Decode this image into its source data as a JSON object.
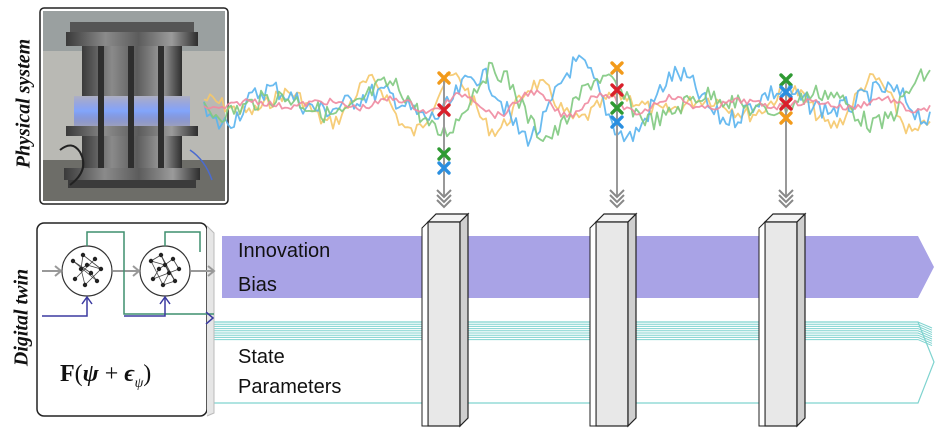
{
  "labels": {
    "physical_system": "Physical system",
    "digital_twin": "Digital twin",
    "innovation": "Innovation",
    "bias": "Bias",
    "state": "State",
    "parameters": "Parameters"
  },
  "model_equation": {
    "operator": "F",
    "open_paren": "(",
    "psi": "ψ",
    "plus": " + ",
    "epsilon": "ϵ",
    "subscript": "ψ",
    "close_paren": ")"
  },
  "colors": {
    "innovation_band": "#a9a3e6",
    "state_lines": "#7fd3cf",
    "frame_arrow": "#888888",
    "network_link": "#3f8f6f",
    "network_input": "#3b3aa0",
    "signal_blue": "#5ab4ee",
    "signal_green": "#7fc97f",
    "signal_pink": "#f08aa0",
    "signal_yellow": "#f5c86a",
    "marker_orange": "#f29a1a",
    "marker_red": "#d9202b",
    "marker_green": "#2f9a33",
    "marker_blue": "#2a8fe0",
    "column_fill": "#e8e8e8"
  },
  "icons": {
    "photo": "combustor-rig-photo-icon",
    "network": "neural-network-icon",
    "marker": "cross-marker-icon",
    "arrow": "triple-chevron-down-icon"
  }
}
